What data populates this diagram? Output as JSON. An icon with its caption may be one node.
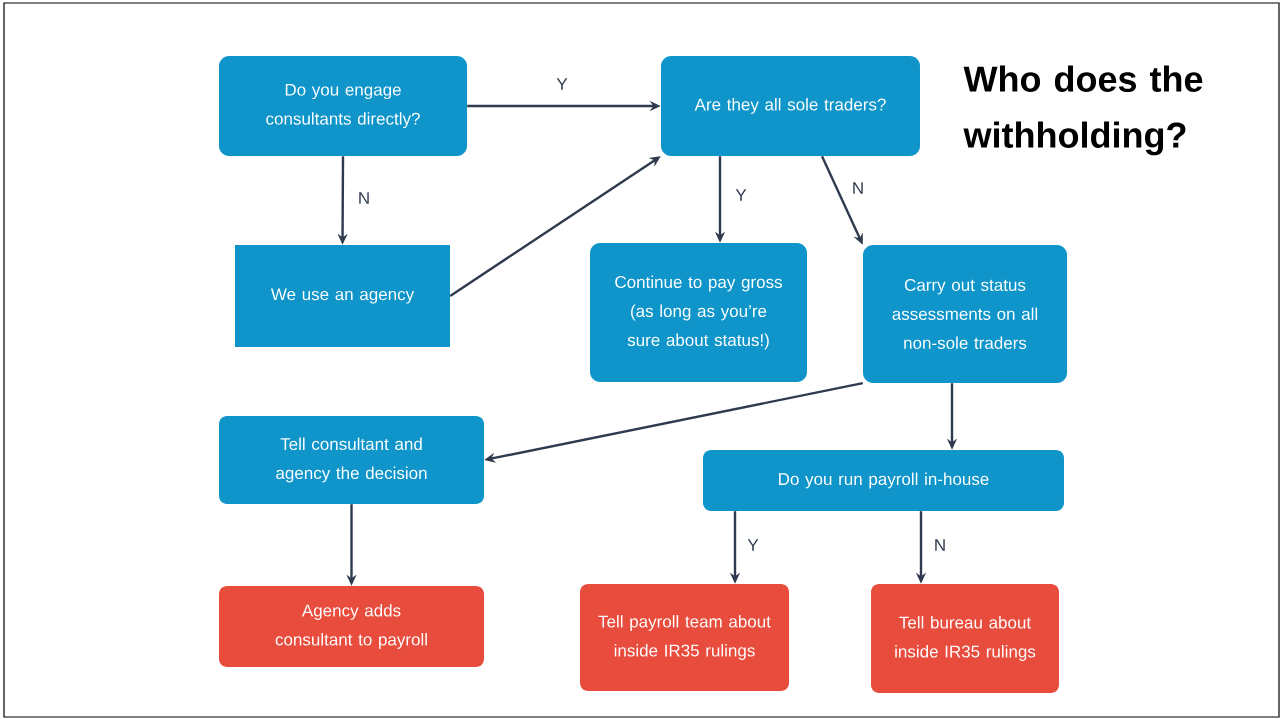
{
  "diagram": {
    "title": "Who does the withholding?",
    "nodes": [
      {
        "text": [
          "Do you engage consultants directly?"
        ]
      },
      {
        "text": [
          "Are they all sole traders?"
        ]
      },
      {
        "text": [
          "We use an agency"
        ]
      },
      {
        "text": [
          "Continue to pay gross (as long as you’re sure about status!)"
        ]
      },
      {
        "text": [
          "Carry out status assessments on all non-sole traders"
        ]
      },
      {
        "text": [
          "Tell consultant and agency the decision"
        ]
      },
      {
        "text": [
          "Do you run payroll in-house"
        ]
      },
      {
        "text": [
          "Agency adds consultant to payroll"
        ]
      },
      {
        "text": [
          "Tell payroll team about inside IR35 rulings"
        ]
      },
      {
        "text": [
          "Tell bureau about inside IR35 rulings"
        ]
      }
    ],
    "edges": [
      {
        "from": 0,
        "to": 1,
        "arrow": "to",
        "label": "Y"
      },
      {
        "from": 0,
        "to": 2,
        "arrow": "to",
        "label": "N"
      },
      {
        "from": 2,
        "to": 1,
        "arrow": "to"
      },
      {
        "from": 1,
        "to": 3,
        "arrow": "to",
        "label": "Y"
      },
      {
        "from": 1,
        "to": 4,
        "arrow": "to",
        "label": "N"
      },
      {
        "from": 4,
        "to": 5,
        "arrow": "to"
      },
      {
        "from": 4,
        "to": 6,
        "arrow": "to"
      },
      {
        "from": 5,
        "to": 7,
        "arrow": "to"
      },
      {
        "from": 6,
        "to": 8,
        "arrow": "to",
        "label": "Y"
      },
      {
        "from": 6,
        "to": 9,
        "arrow": "to",
        "label": "N"
      }
    ]
  }
}
